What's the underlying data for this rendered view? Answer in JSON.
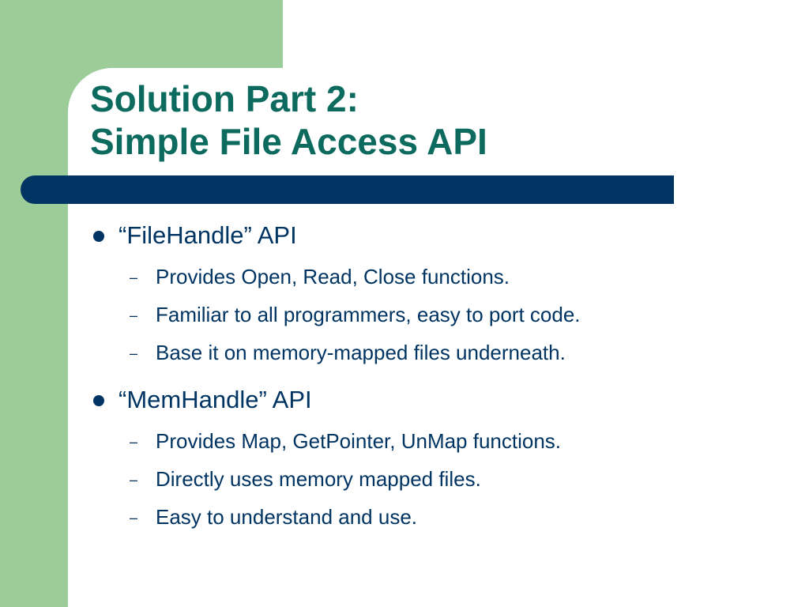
{
  "slide": {
    "title_line1": "Solution Part 2:",
    "title_line2": "Simple File Access API",
    "bullets": [
      {
        "text": "“FileHandle” API",
        "subitems": [
          "Provides Open, Read, Close functions.",
          "Familiar to all programmers, easy to port code.",
          "Base it on memory-mapped files underneath."
        ]
      },
      {
        "text": "“MemHandle” API",
        "subitems": [
          "Provides Map, GetPointer, UnMap functions.",
          "Directly uses memory mapped files.",
          "Easy to understand and use."
        ]
      }
    ],
    "dash_glyph": "–",
    "colors": {
      "background_accent": "#9ccc98",
      "title": "#0c6b5e",
      "rule": "#003462",
      "body_text": "#003462"
    }
  }
}
